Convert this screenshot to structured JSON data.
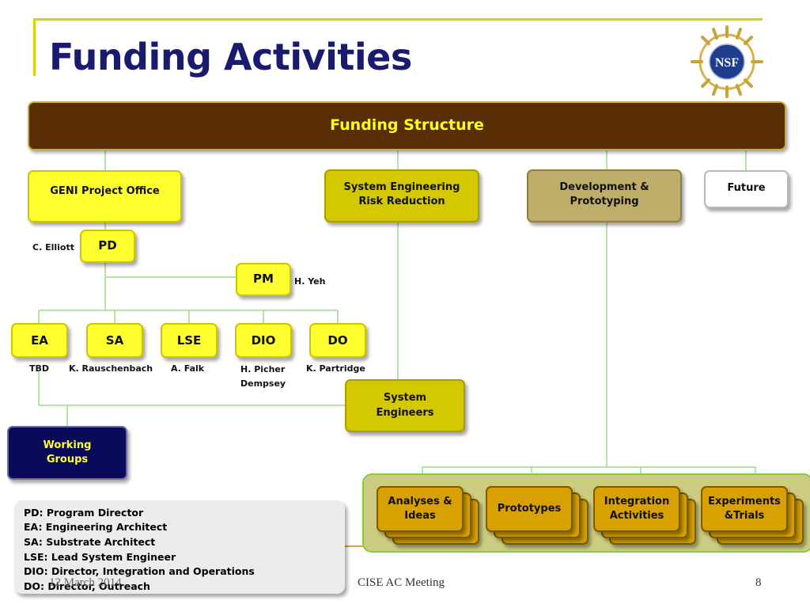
{
  "title": "Funding Activities",
  "logo": {
    "text": "NSF",
    "icon": "nsf-logo"
  },
  "funding_structure": {
    "label": "Funding Structure"
  },
  "branches": {
    "geni": "GENI Project Office",
    "ser": "System Engineering Risk Reduction",
    "dev": "Development & Prototyping",
    "future": "Future"
  },
  "roles": {
    "pd": "PD",
    "pm": "PM",
    "ea": "EA",
    "sa": "SA",
    "lse": "LSE",
    "dio": "DIO",
    "do": "DO"
  },
  "people": {
    "pd": "C. Elliott",
    "pm": "H. Yeh",
    "ea": "TBD",
    "sa": "K. Rauschenbach",
    "lse": "A. Falk",
    "dio_1": "H. Picher",
    "dio_2": "Dempsey",
    "do": "K. Partridge"
  },
  "system_engineers": "System Engineers",
  "working_groups": "Working Groups",
  "dev_activities": {
    "analyses": "Analyses & Ideas",
    "prototypes": "Prototypes",
    "integration": "Integration Activities",
    "experiments": "Experiments &Trials"
  },
  "legend": [
    "PD: Program Director",
    "EA: Engineering Architect",
    "SA: Substrate Architect",
    "LSE: Lead System Engineer",
    "DIO: Director, Integration and Operations",
    "DO: Director, Outreach"
  ],
  "footer": {
    "date": "12 March 2014",
    "meeting": "CISE AC Meeting",
    "page": "8"
  },
  "colors": {
    "title": "#1a1a6e",
    "funding_structure_bg": "#5a2e05",
    "yellow_box": "#ffff2e",
    "connector": "#9ed88a"
  }
}
